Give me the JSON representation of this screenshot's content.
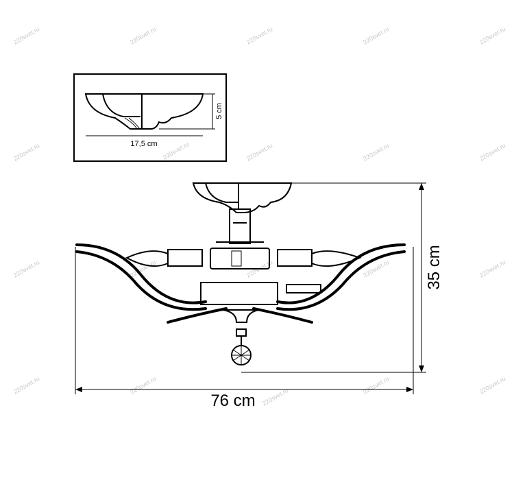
{
  "watermark": "220svet.ru",
  "inset": {
    "width_label": "17,5 cm",
    "height_label": "5 cm"
  },
  "main": {
    "height_label": "35 cm",
    "width_label": "76 cm"
  }
}
